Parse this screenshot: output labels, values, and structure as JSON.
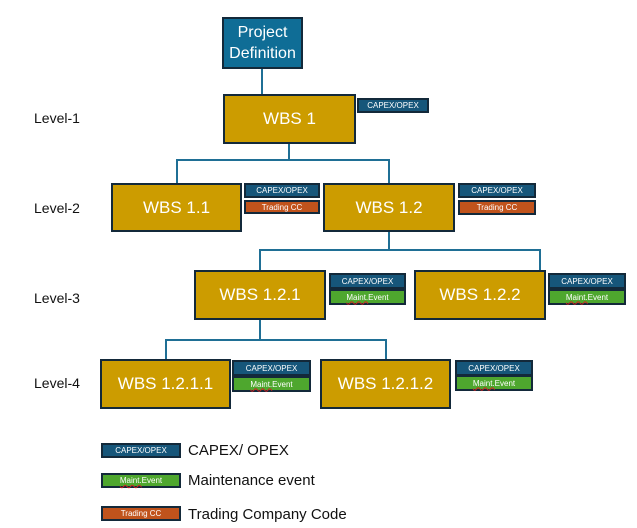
{
  "root": {
    "label_line1": "Project",
    "label_line2": "Definition"
  },
  "levels": [
    "Level-1",
    "Level-2",
    "Level-3",
    "Level-4"
  ],
  "nodes": {
    "wbs1": {
      "label": "WBS 1",
      "tags": [
        "CAPEX/OPEX"
      ]
    },
    "wbs11": {
      "label": "WBS 1.1",
      "tags": [
        "CAPEX/OPEX",
        "Trading CC"
      ]
    },
    "wbs12": {
      "label": "WBS 1.2",
      "tags": [
        "CAPEX/OPEX",
        "Trading CC"
      ]
    },
    "wbs121": {
      "label": "WBS 1.2.1",
      "tags": [
        "CAPEX/OPEX",
        "Maint. Event"
      ]
    },
    "wbs122": {
      "label": "WBS 1.2.2",
      "tags": [
        "CAPEX/OPEX",
        "Maint. Event"
      ]
    },
    "wbs1211": {
      "label": "WBS 1.2.1.1",
      "tags": [
        "CAPEX/OPEX",
        "Maint. Event"
      ]
    },
    "wbs1212": {
      "label": "WBS 1.2.1.2",
      "tags": [
        "CAPEX/OPEX",
        "Maint. Event"
      ]
    }
  },
  "tag_parts": {
    "maint_word": "Maint.",
    "event_word": " Event"
  },
  "legend": [
    {
      "tag": "CAPEX/OPEX",
      "text": "CAPEX/ OPEX"
    },
    {
      "tag": "Maint. Event",
      "text": "Maintenance event"
    },
    {
      "tag": "Trading CC",
      "text": "Trading Company Code"
    }
  ],
  "colors": {
    "root": "#0f6d96",
    "wbs": "#cc9c00",
    "capex": "#16567a",
    "maint": "#4ea72e",
    "trading": "#c0531c",
    "connector": "#1f6f95",
    "border": "#13293a"
  }
}
